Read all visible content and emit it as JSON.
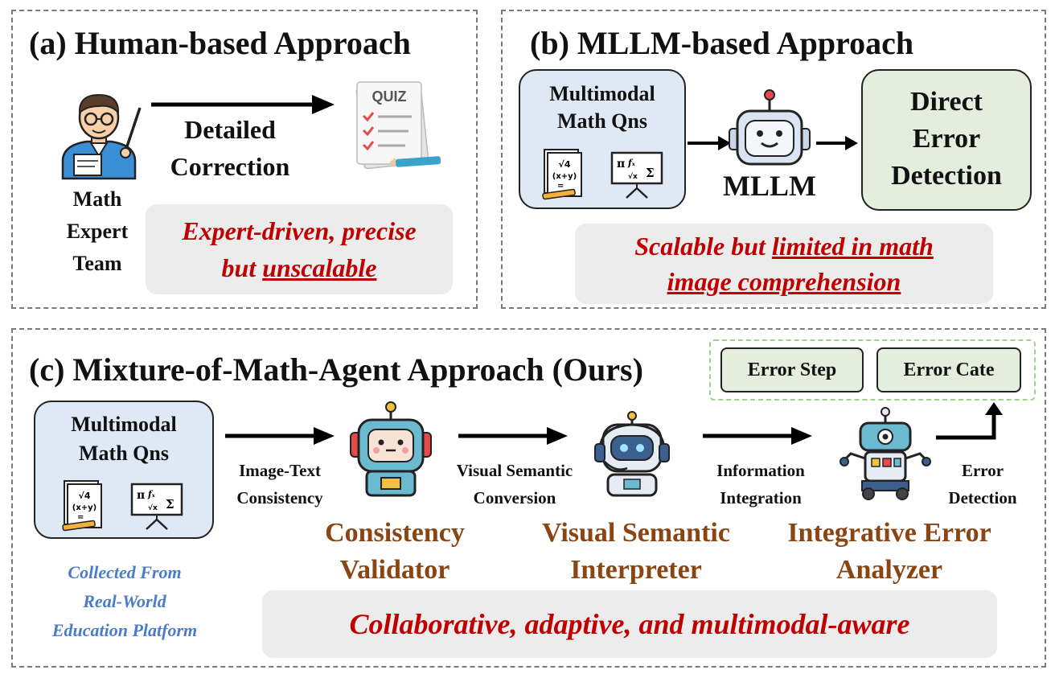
{
  "panel_a": {
    "title": "(a) Human-based Approach",
    "actor_line1": "Math",
    "actor_line2": "Expert",
    "actor_line3": "Team",
    "arrow_line1": "Detailed",
    "arrow_line2": "Correction",
    "quiz_label": "QUIZ",
    "note_line1": "Expert-driven, precise",
    "note_line2_prefix": "but ",
    "note_line2_underlined": "unscalable"
  },
  "panel_b": {
    "title": "(b) MLLM-based Approach",
    "input_line1": "Multimodal",
    "input_line2": "Math Qns",
    "model_label": "MLLM",
    "output_line1": "Direct",
    "output_line2": "Error",
    "output_line3": "Detection",
    "note_line1_prefix": "Scalable but ",
    "note_line1_underlined": "limited in math",
    "note_line2_underlined": "image comprehension"
  },
  "panel_c": {
    "title": "(c) Mixture-of-Math-Agent Approach (Ours)",
    "outputs": [
      "Error Step",
      "Error Cate"
    ],
    "input_line1": "Multimodal",
    "input_line2": "Math Qns",
    "source_line1": "Collected From",
    "source_line2": "Real-World",
    "source_line3": "Education Platform",
    "steps": [
      {
        "line1": "Image-Text",
        "line2": "Consistency"
      },
      {
        "line1": "Visual Semantic",
        "line2": "Conversion"
      },
      {
        "line1": "Information",
        "line2": "Integration"
      },
      {
        "line1": "Error",
        "line2": "Detection"
      }
    ],
    "agents": [
      {
        "line1": "Consistency",
        "line2": "Validator"
      },
      {
        "line1": "Visual Semantic",
        "line2": "Interpreter"
      },
      {
        "line1": "Integrative Error",
        "line2": "Analyzer"
      }
    ],
    "note": "Collaborative, adaptive, and multimodal-aware"
  },
  "icon_names": [
    "teacher-icon",
    "quiz-icon",
    "math-paper-icon",
    "math-board-icon",
    "robot-icon",
    "validator-robot-icon",
    "interpreter-robot-icon",
    "analyzer-robot-icon"
  ],
  "colors": {
    "red_text": "#c00000",
    "brown_text": "#8b4513",
    "blue_text": "#4a7cc9",
    "input_fill": "#dfe9f6",
    "output_fill": "#e3efdc",
    "note_fill": "#ececec",
    "dashed_border": "#7a7a7a",
    "green_dashed": "#9ed28a"
  }
}
